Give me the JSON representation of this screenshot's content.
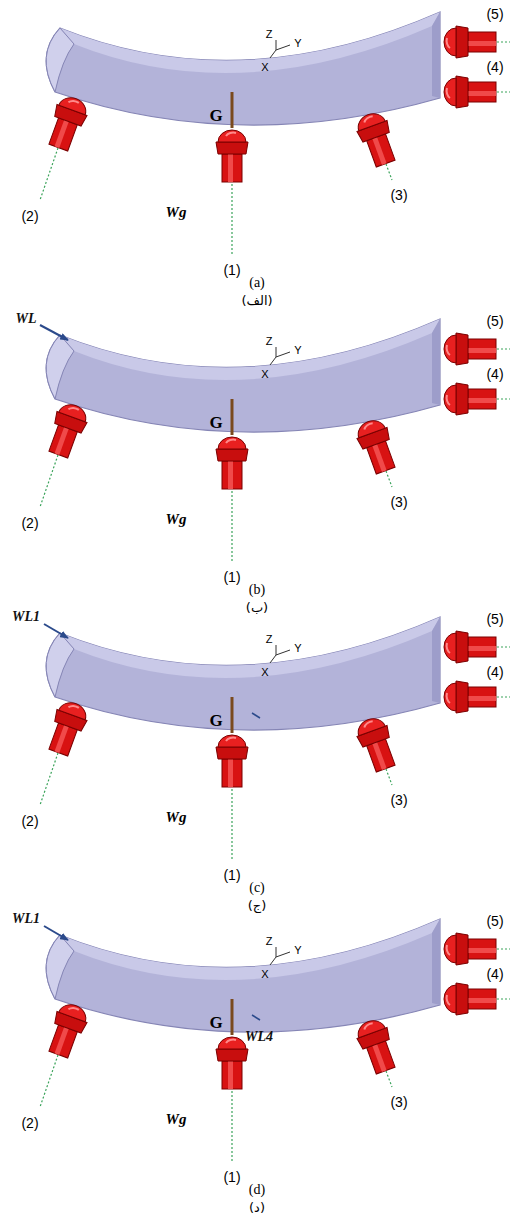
{
  "diagram": {
    "labels": [
      "(5)",
      "(4)",
      "Z",
      "Y",
      "X",
      "G",
      "(2)",
      "Wg",
      "(1)",
      "(3)",
      "(a)",
      "(الف)",
      "WL",
      "(5)",
      "(4)",
      "Z",
      "Y",
      "X",
      "G",
      "(3)",
      "(2)",
      "Wg",
      "(1)",
      "(b)",
      "(ب)",
      "WL1",
      "(5)",
      "(4)",
      "Z",
      "Y",
      "X",
      "G",
      "(3)",
      "(2)",
      "Wg",
      "(1)",
      "(c)",
      "(ج)",
      "WL1",
      "(5)",
      "(4)",
      "Z",
      "Y",
      "X",
      "G",
      "WL4",
      "(3)",
      "(2)",
      "Wg",
      "(1)",
      "(d)",
      "(د)"
    ]
  }
}
